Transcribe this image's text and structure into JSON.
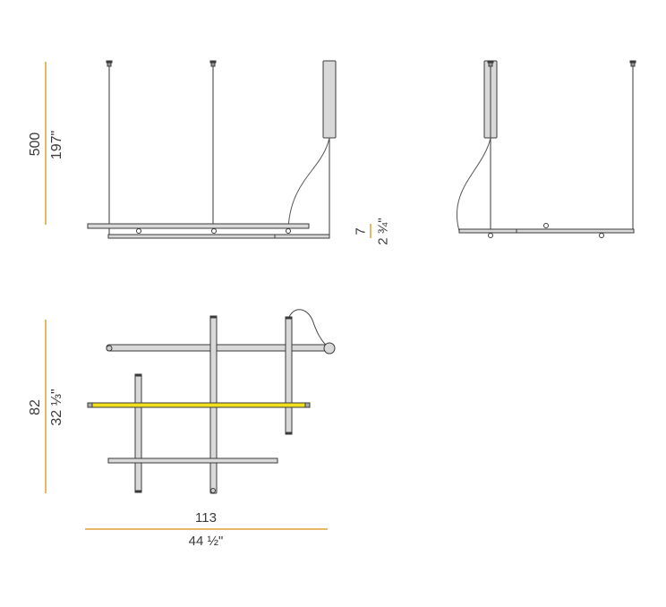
{
  "colors": {
    "dimension_line": "#e8b86a",
    "outline": "#3a3a3a",
    "bar_fill": "#d9d9d9",
    "led_highlight": "#f2e01e",
    "background": "#ffffff"
  },
  "front_view": {
    "height_cm": "500",
    "height_in": "197\"",
    "bar_cm": "7",
    "bar_in": "2 ¾\""
  },
  "side_view": {},
  "top_view": {
    "depth_cm": "82",
    "depth_in": "32 ⅓\"",
    "width_cm": "113",
    "width_in": "44 ½\""
  }
}
